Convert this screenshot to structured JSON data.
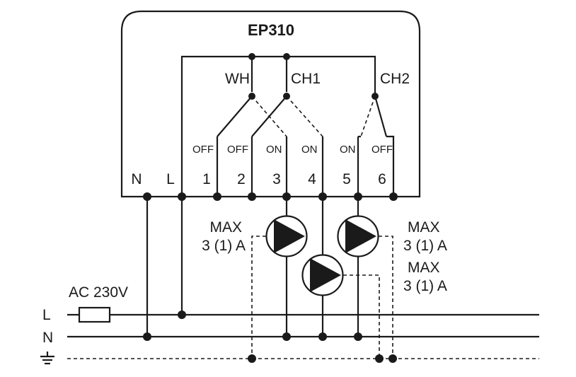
{
  "device": {
    "model": "EP310"
  },
  "channels": [
    {
      "name": "WH",
      "off_label": "OFF",
      "on_label": "ON"
    },
    {
      "name": "CH1",
      "off_label": "OFF",
      "on_label": "ON"
    },
    {
      "name": "CH2",
      "off_label": "OFF",
      "on_label": "ON"
    }
  ],
  "terminals": [
    "N",
    "L",
    "1",
    "2",
    "3",
    "4",
    "5",
    "6"
  ],
  "supply": {
    "voltage": "AC 230V",
    "lines": [
      "L",
      "N"
    ]
  },
  "pumps": [
    {
      "max_label": "MAX",
      "rating": "3 (1) A"
    },
    {
      "max_label": "MAX",
      "rating": "3 (1) A"
    },
    {
      "max_label": "MAX",
      "rating": "3 (1) A"
    }
  ],
  "icons": {
    "earth": "earth-ground-icon",
    "fuse": "fuse-icon",
    "pump": "pump-icon"
  }
}
